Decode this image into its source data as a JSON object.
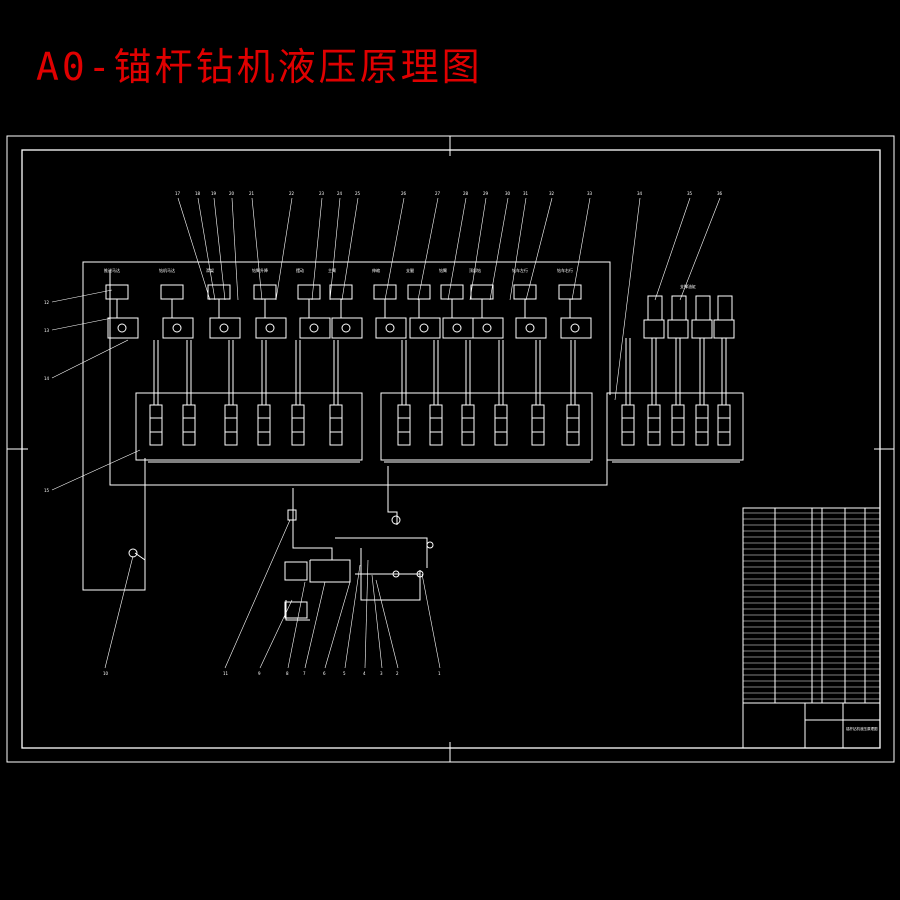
{
  "title": "A0-锚杆钻机液压原理图",
  "colors": {
    "background": "#000000",
    "title": "#e00000",
    "lines": "#ffffff"
  },
  "block_labels": [
    "推进马达",
    "钻机马达",
    "滑架",
    "钻臂升降",
    "摆动",
    "主臂",
    "伸缩",
    "支腿",
    "钻臂",
    "顶部钻",
    "钻车左行",
    "钻车右行",
    "支撑油缸"
  ],
  "balloons_top": [
    "17",
    "18",
    "19",
    "20",
    "21",
    "22",
    "23",
    "24",
    "25",
    "26",
    "27",
    "28",
    "29",
    "30",
    "31",
    "32",
    "33",
    "34",
    "35",
    "36"
  ],
  "balloons_left": [
    "12",
    "13",
    "14",
    "15"
  ],
  "balloons_bottom": [
    "10",
    "11",
    "9",
    "8",
    "7",
    "6",
    "5",
    "4",
    "3",
    "2",
    "1"
  ],
  "title_block": {
    "drawing_name": "锚杆钻机液压原理图"
  }
}
